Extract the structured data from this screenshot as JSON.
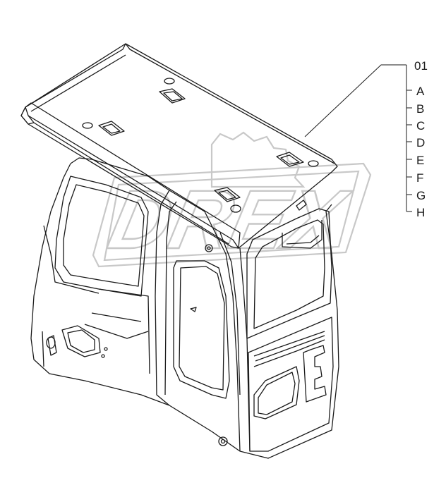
{
  "diagram": {
    "part_number": "01",
    "sub_parts": [
      "A",
      "B",
      "C",
      "D",
      "E",
      "F",
      "G",
      "H"
    ]
  },
  "watermark": {
    "text": "DREX"
  },
  "colors": {
    "line": "#1a1a1a",
    "watermark": "#c8c8c8",
    "background": "#ffffff"
  }
}
